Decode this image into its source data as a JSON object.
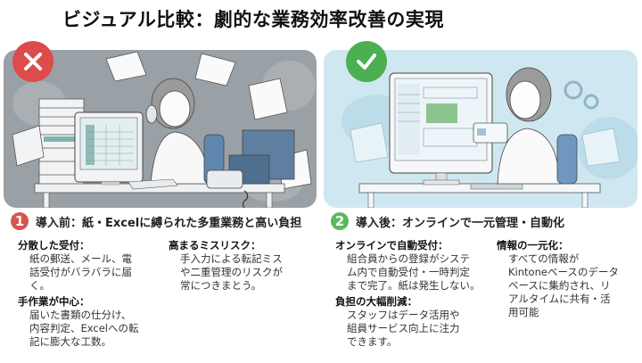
{
  "title": "ビジュアル比較：劇的な業務効率改善の実現",
  "before": {
    "badge_icon": "x-icon",
    "badge_color": "#dd4b4b",
    "number": "1",
    "number_color": "#d9534f",
    "heading": "導入前：紙・Excelに縛られた多重業務と高い負担",
    "illustration": "overwhelmed-office-worker-with-paper-stacks",
    "points": [
      {
        "title": "分散した受付：",
        "lines": [
          "紙の郵送、メール、電",
          "話受付がバラバラに届",
          "く。"
        ]
      },
      {
        "title": "手作業が中心：",
        "lines": [
          "届いた書類の仕分け、",
          "内容判定、Excelへの転",
          "記に膨大な工数。"
        ]
      },
      {
        "title": "高まるミスリスク：",
        "lines": [
          "手入力による転記ミス",
          "や二重管理のリスクが",
          "常につきまとう。"
        ]
      }
    ]
  },
  "after": {
    "badge_icon": "check-icon",
    "badge_color": "#4caf50",
    "number": "2",
    "number_color": "#5cb85c",
    "heading": "導入後：オンラインで一元管理・自動化",
    "illustration": "smiling-worker-with-dashboard",
    "points": [
      {
        "title": "オンラインで自動受付：",
        "lines": [
          "組合員からの登録がシステ",
          "ム内で自動受付・一時判定",
          "まで完了。紙は発生しない。"
        ]
      },
      {
        "title": "負担の大幅削減：",
        "lines": [
          "スタッフはデータ活用や",
          "組員サービス向上に注力",
          "できます。"
        ]
      },
      {
        "title": "情報の一元化：",
        "lines": [
          "すべての情報が",
          "Kintoneベースのデータ",
          "ベースに集約され、リ",
          "アルタイムに共有・活",
          "用可能"
        ]
      }
    ]
  }
}
